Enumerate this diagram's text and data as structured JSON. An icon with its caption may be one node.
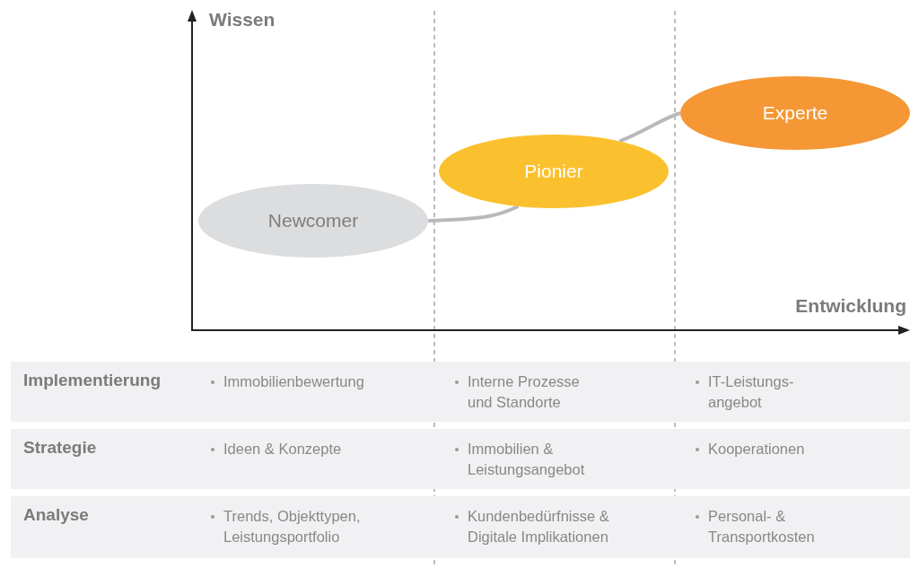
{
  "diagram": {
    "nodes": [
      {
        "text": [
          "Newcomer"
        ]
      },
      {
        "text": [
          "Pionier"
        ]
      },
      {
        "text": [
          "Experte"
        ]
      }
    ],
    "edges": [
      {
        "from": 0,
        "to": 1,
        "arrow": "none"
      },
      {
        "from": 1,
        "to": 2,
        "arrow": "none"
      }
    ],
    "labels": [
      "Wissen",
      "Entwicklung",
      "Implementierung",
      "Immobilienbewertung",
      "Interne Prozesse und Standorte",
      "IT-Leistungs- angebot",
      "Strategie",
      "Ideen & Konzepte",
      "Immobilien & Leistungsangebot",
      "Kooperationen",
      "Analyse",
      "Trends, Objekttypen, Leistungsportfolio",
      "Kundenbedürfnisse & Digitale Implikationen",
      "Personal- & Transportkosten"
    ]
  }
}
